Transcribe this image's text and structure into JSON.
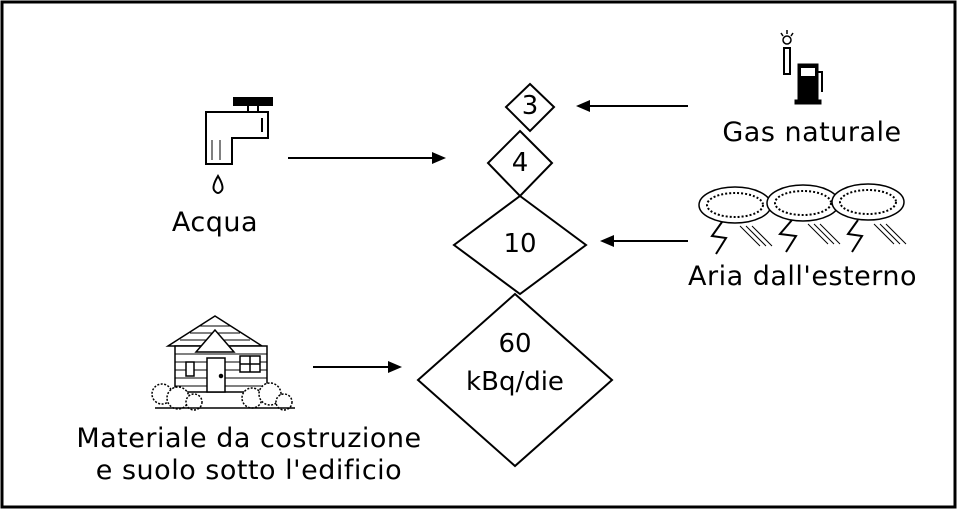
{
  "sources": {
    "water": {
      "label": "Acqua",
      "icon": "faucet-icon"
    },
    "gas": {
      "label": "Gas naturale",
      "icon": "gas-pump-icon"
    },
    "air": {
      "label": "Aria dall'esterno",
      "icon": "storm-clouds-icon"
    },
    "building": {
      "label_line1": "Materiale da costruzione",
      "label_line2": "e suolo sotto l'edificio",
      "icon": "house-icon"
    }
  },
  "diamonds": {
    "gas_value": "3",
    "water_value": "4",
    "air_value": "10",
    "building_value": "60",
    "building_unit": "kBq/die"
  },
  "colors": {
    "line": "#000000",
    "background": "#ffffff"
  }
}
